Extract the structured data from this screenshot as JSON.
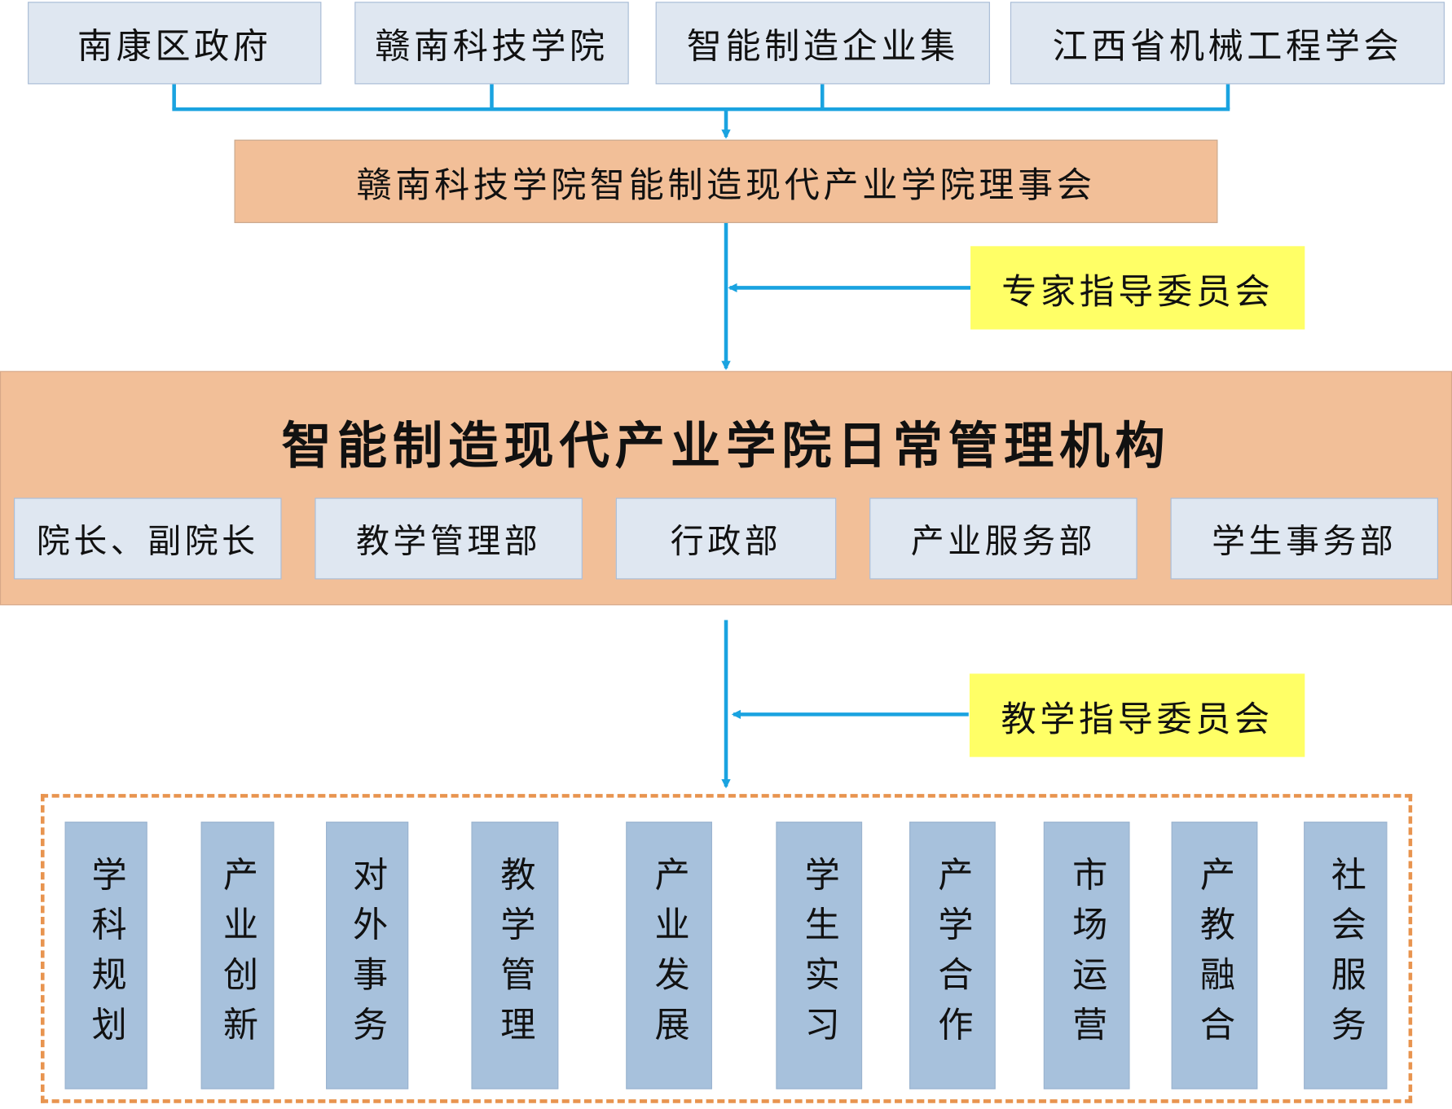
{
  "sources": [
    "南康区政府",
    "赣南科技学院",
    "智能制造企业集",
    "江西省机械工程学会"
  ],
  "council": "赣南科技学院智能制造现代产业学院理事会",
  "expert_committee": "专家指导委员会",
  "management": {
    "title": "智能制造现代产业学院日常管理机构",
    "departments": [
      "院长、副院长",
      "教学管理部",
      "行政部",
      "产业服务部",
      "学生事务部"
    ]
  },
  "teaching_committee": "教学指导委员会",
  "functions": [
    "学科规划",
    "产业创新",
    "对外事务",
    "教学管理",
    "产业发展",
    "学生实习",
    "产学合作",
    "市场运营",
    "产教融合",
    "社会服务"
  ],
  "colors": {
    "line": "#1aa3e0",
    "source_fill": "#dfe7f1",
    "orange_fill": "#f2bf98",
    "yellow_fill": "#ffff66",
    "column_fill": "#a7c1dc",
    "dash": "#e8944f"
  }
}
